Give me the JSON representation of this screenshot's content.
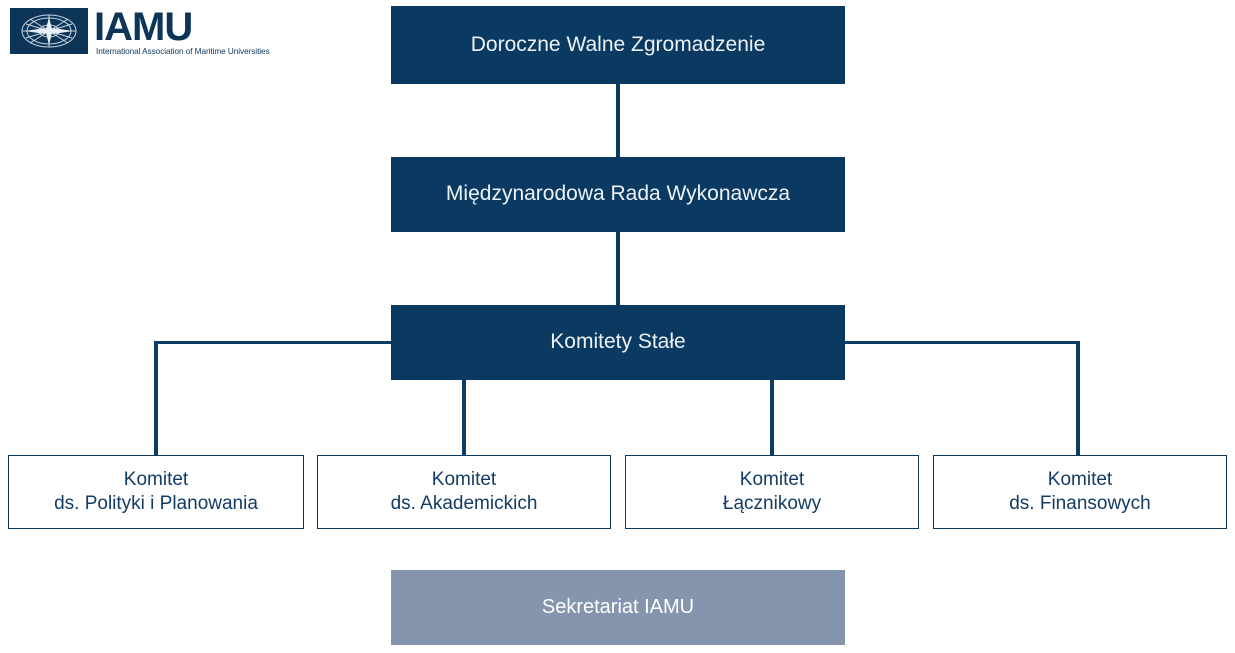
{
  "logo": {
    "name": "iamu-logo",
    "wordmark": "IAMU",
    "subtitle": "International Association of Maritime Universities",
    "mark_icon": "compass-rose-icon",
    "brand_color": "#0c3558"
  },
  "chart_title": "",
  "colors": {
    "navy": "#0a3a61",
    "navy_text": "#123c63",
    "slate": "#8595ad",
    "white": "#ffffff"
  },
  "org_chart": {
    "type": "diagram",
    "nodes": [
      {
        "id": "assembly",
        "label": "Doroczne Walne Zgromadzenie",
        "style": "filled",
        "level": 0
      },
      {
        "id": "council",
        "label": "Międzynarodowa Rada Wykonawcza",
        "style": "filled",
        "level": 1
      },
      {
        "id": "committees",
        "label": "Komitety Stałe",
        "style": "filled",
        "level": 2
      },
      {
        "id": "policy",
        "label": "Komitet\nds. Polityki i Planowania",
        "line1": "Komitet",
        "line2": "ds. Polityki i Planowania",
        "style": "outlined",
        "level": 3
      },
      {
        "id": "academic",
        "label": "Komitet\nds. Akademickich",
        "line1": "Komitet",
        "line2": "ds. Akademickich",
        "style": "outlined",
        "level": 3
      },
      {
        "id": "liaison",
        "label": "Komitet\nŁącznikowy",
        "line1": "Komitet",
        "line2": "Łącznikowy",
        "style": "outlined",
        "level": 3
      },
      {
        "id": "finance",
        "label": "Komitet\nds. Finansowych",
        "line1": "Komitet",
        "line2": "ds. Finansowych",
        "style": "outlined",
        "level": 3
      },
      {
        "id": "secretariat",
        "label": "Sekretariat IAMU",
        "style": "secretariat",
        "level": 4
      }
    ],
    "edges": [
      {
        "from": "assembly",
        "to": "council"
      },
      {
        "from": "council",
        "to": "committees"
      },
      {
        "from": "committees",
        "to": "policy"
      },
      {
        "from": "committees",
        "to": "academic"
      },
      {
        "from": "committees",
        "to": "liaison"
      },
      {
        "from": "committees",
        "to": "finance"
      }
    ]
  }
}
